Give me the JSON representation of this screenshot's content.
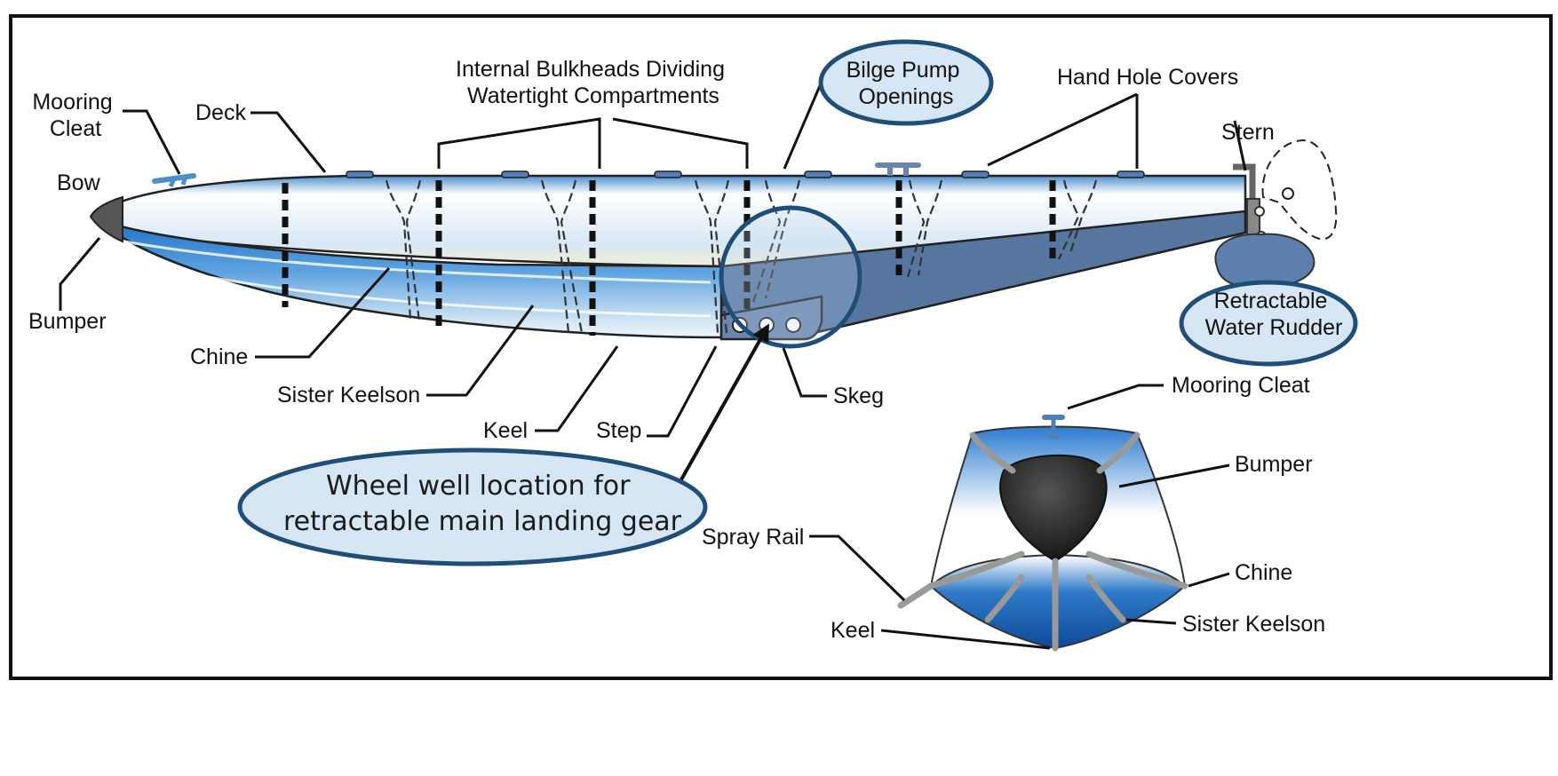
{
  "labels": {
    "mooring_cleat": "Mooring\nCleat",
    "deck": "Deck",
    "bulkheads": "Internal Bulkheads Dividing\nWatertight Compartments",
    "bilge_pump": "Bilge Pump\nOpenings",
    "hand_hole_covers": "Hand Hole Covers",
    "stern": "Stern",
    "bow": "Bow",
    "bumper": "Bumper",
    "chine": "Chine",
    "sister_keelson": "Sister Keelson",
    "keel": "Keel",
    "step": "Step",
    "skeg": "Skeg",
    "water_rudder": "Retractable\nWater Rudder",
    "wheel_well": "Wheel well location for\nretractable main landing gear"
  },
  "cross_section": {
    "mooring_cleat": "Mooring Cleat",
    "bumper": "Bumper",
    "spray_rail": "Spray Rail",
    "chine": "Chine",
    "keel": "Keel",
    "sister_keelson": "Sister Keelson"
  },
  "colors": {
    "highlight_fill": "#d6e6f5",
    "highlight_stroke": "#1f4e79",
    "hull_blue": "#2f7ac8",
    "dark_blue": "#56759f"
  }
}
